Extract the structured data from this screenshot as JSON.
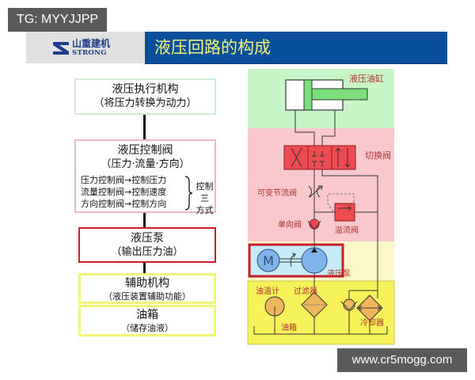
{
  "watermarks": {
    "top": "TG: MYYJJPP",
    "bottom": "www.cr5mogg.com"
  },
  "header": {
    "logo_cn": "山重建机",
    "logo_en": "STRONG",
    "title": "液压回路的构成",
    "colors": {
      "title_bg": "#0a4f9c",
      "title_text": "#f4f27a",
      "logo_bg": "#e1e1e1"
    }
  },
  "flow": {
    "actuator": {
      "title": "液压执行机构",
      "subtitle": "（将压力转换为动力）",
      "border": "#cfeecf"
    },
    "control_valve": {
      "title": "液压控制阀",
      "subtitle": "（压力·流量·方向）",
      "lines": [
        "压力控制阀→控制压力",
        "流量控制阀→控制速度",
        "方向控制阀→控制方向"
      ],
      "brace_label_1": "控制三",
      "brace_label_2": "方式",
      "border": "#e8b9c6"
    },
    "pump": {
      "title": "液压泵",
      "subtitle": "（输出压力油）",
      "border": "#c81e2a"
    },
    "auxiliary": {
      "title": "辅助机构",
      "subtitle": "（液压装置辅助功能）",
      "border": "#f2f57a"
    },
    "tank": {
      "title": "油箱",
      "subtitle": "（储存油液）",
      "border": "#f2f57a"
    }
  },
  "diagram": {
    "labels": {
      "cylinder": "液压油缸",
      "directional_valve": "切换阀",
      "throttle_valve": "可变节流阀",
      "check_valve": "单向阀",
      "relief_valve": "溢流阀",
      "pump": "液压泵",
      "motor": "M",
      "thermometer": "油温计",
      "filter": "过滤器",
      "cooler": "冷却器",
      "tank": "油箱"
    },
    "colors": {
      "actuator_zone": "#c8f5c8",
      "valve_zone": "#f9c8cc",
      "pump_zone": "#c7ecf7",
      "aux_zone": "#f6f35a",
      "valve_fill": "#ee4a52",
      "pump_fill": "#7fb4ea",
      "aux_fill": "#f1b75c"
    }
  }
}
